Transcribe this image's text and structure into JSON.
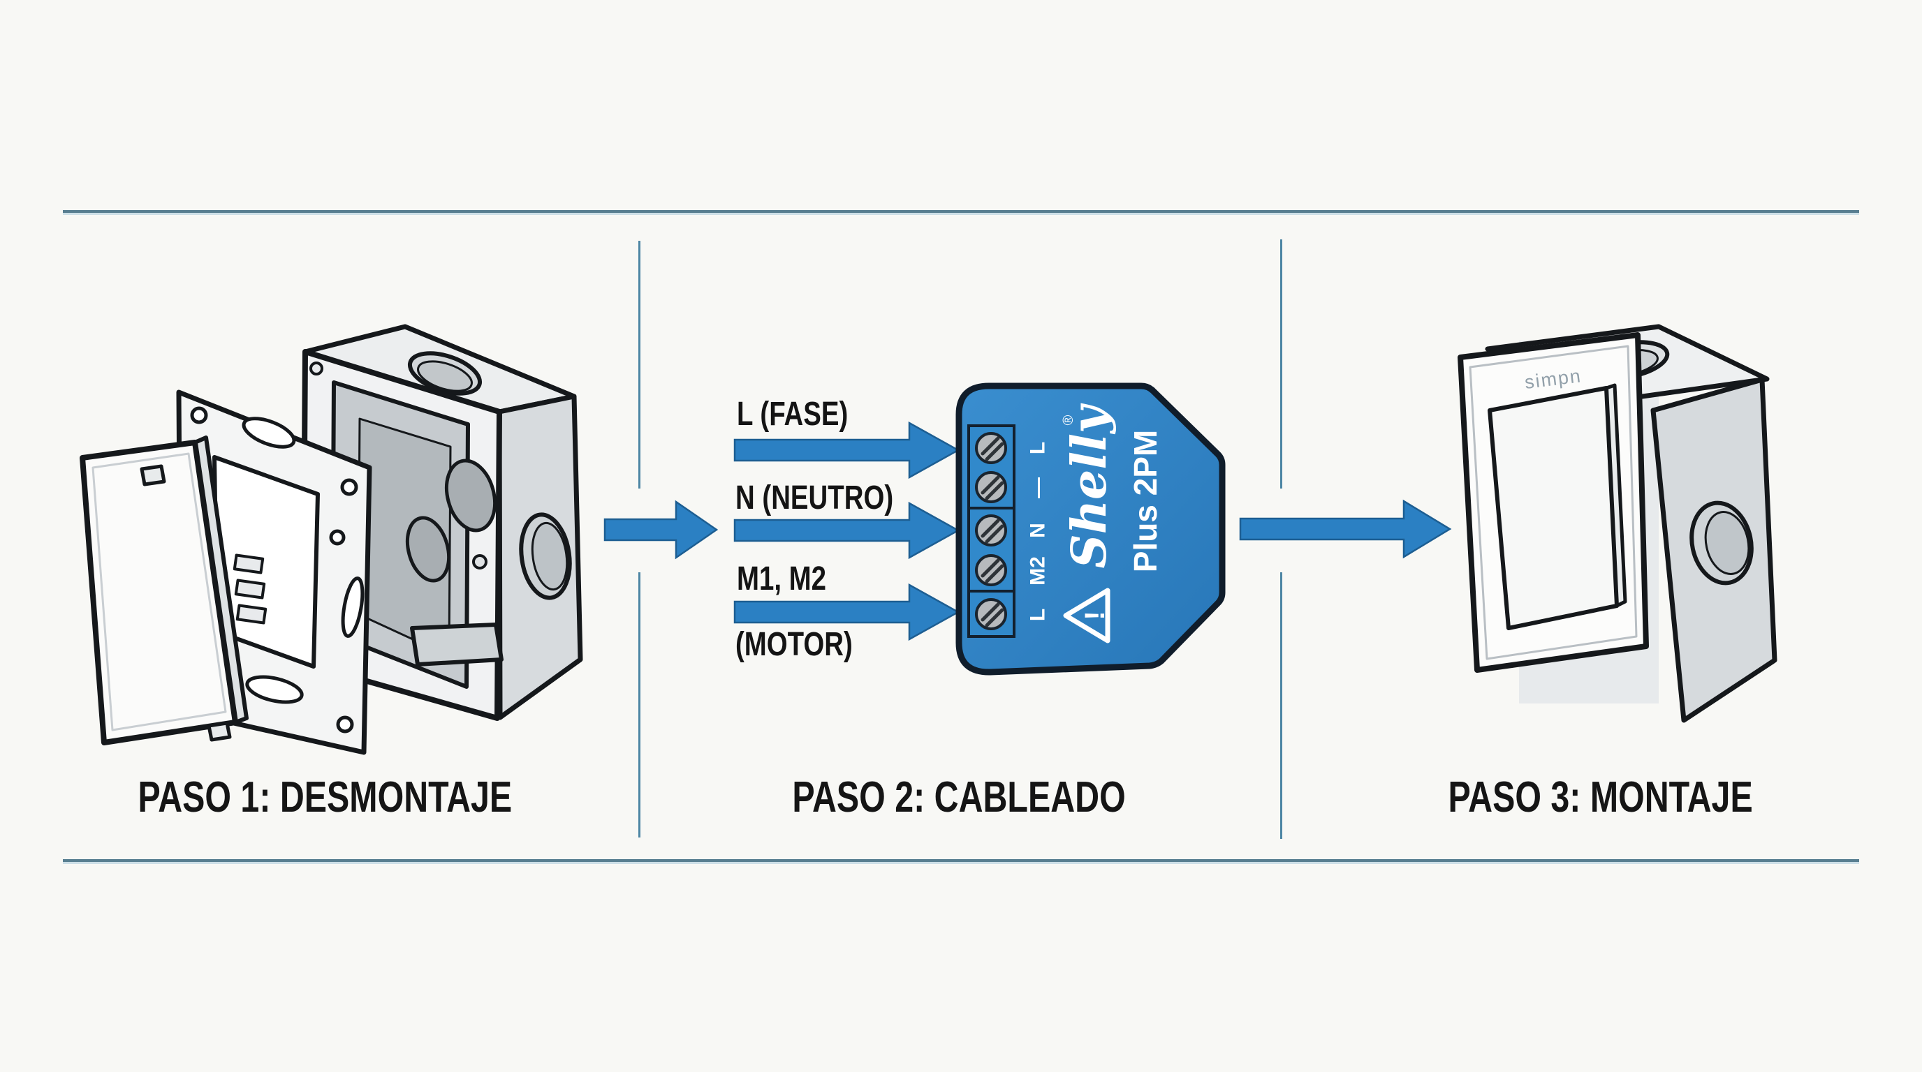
{
  "steps": [
    {
      "caption": "PASO 1: DESMONTAJE"
    },
    {
      "caption": "PASO 2: CABLEADO"
    },
    {
      "caption": "PASO 3: MONTAJE"
    }
  ],
  "wiring_labels": {
    "fase": "L (FASE)",
    "neutro": "N (NEUTRO)",
    "motor_terminals": "M1, M2",
    "motor": "(MOTOR)"
  },
  "relay": {
    "brand": "Shelly",
    "registered_mark": "®",
    "model": "Plus 2PM",
    "warning_mark": "!",
    "terminals_top_to_bottom": [
      "L",
      "—",
      "N",
      "M2",
      "L"
    ]
  },
  "wall_switch": {
    "brand": "simpn"
  },
  "colors": {
    "arrow_blue": "#2b80c3",
    "relay_blue": "#2e83c4",
    "rule_blue": "#587e90",
    "divider_blue": "#4d86a4",
    "label_text": "#141414"
  }
}
